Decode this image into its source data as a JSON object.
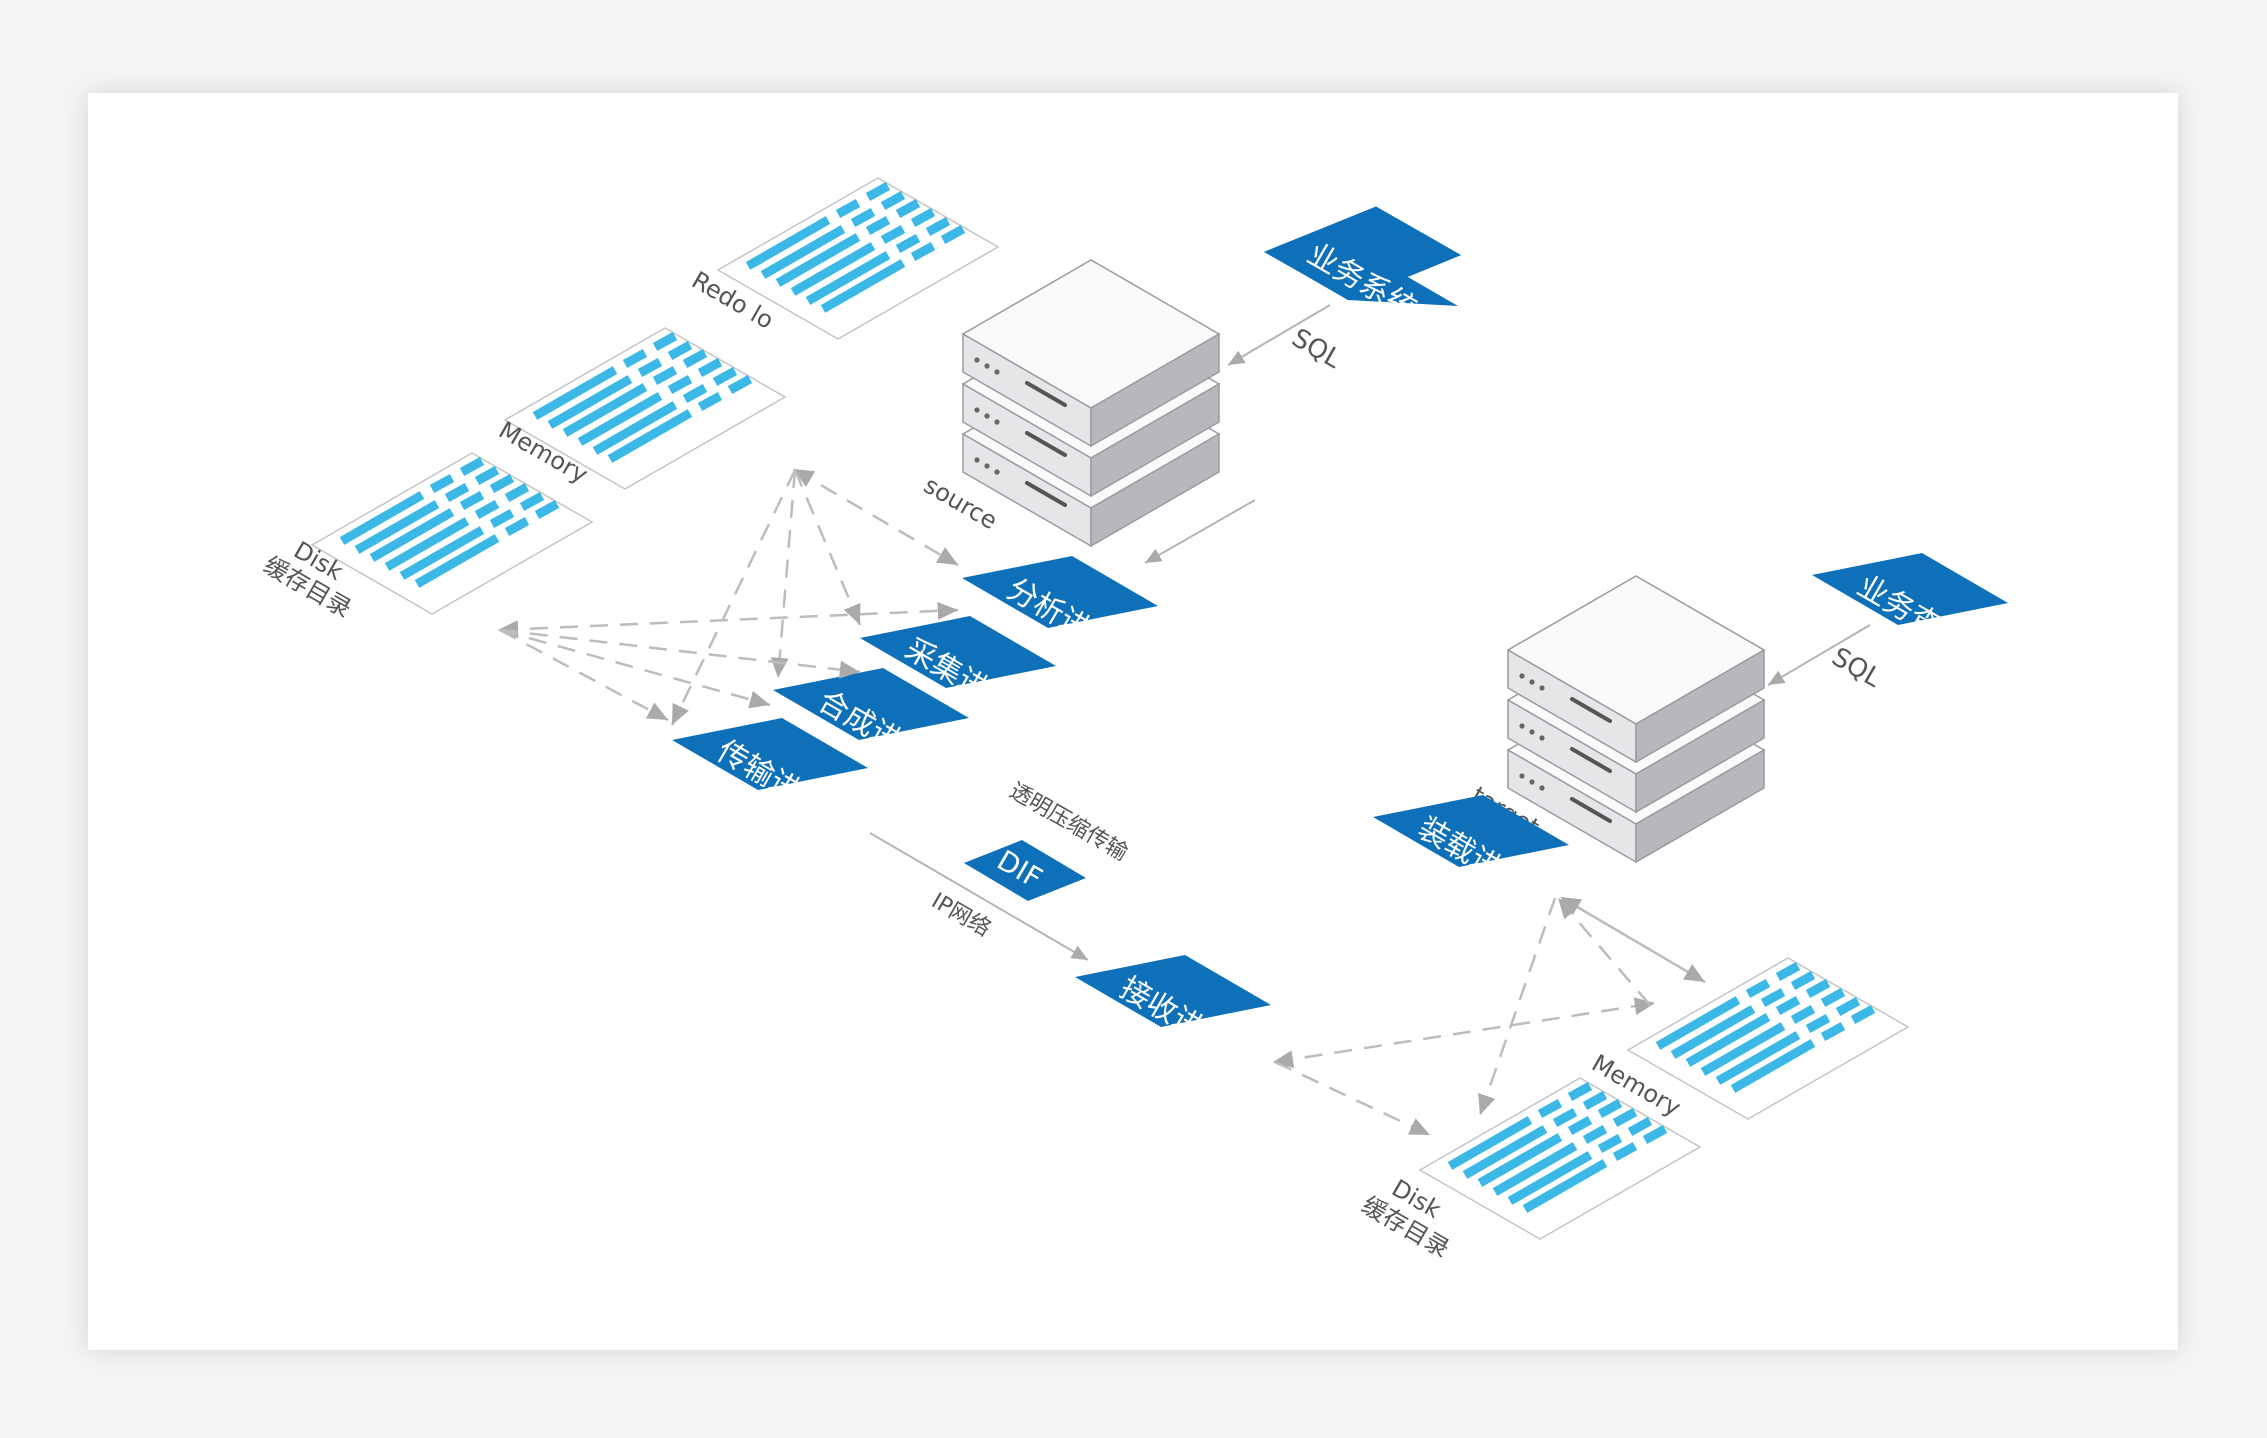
{
  "colors": {
    "process_box": "#0d70b8",
    "grid_fill": "#3cb8e6",
    "arrow": "#b5b5b5",
    "server_top": "#fafafa",
    "server_left": "#e8e8ea",
    "server_right": "#b9b9bf"
  },
  "icons": [
    "server-icon",
    "grid-icon"
  ],
  "source": {
    "server_label": "source",
    "business_system": "业务系统",
    "sql_label": "SQL",
    "redo_label": "Redo lo",
    "memory_label": "Memory",
    "disk_label": "Disk",
    "cache_dir_label": "缓存目录"
  },
  "processes": {
    "analyze": "分析进程",
    "collect": "采集进程",
    "compose": "合成进程",
    "transmit": "传输进程",
    "receive": "接收进程",
    "load": "装载进程"
  },
  "transfer": {
    "compression_label": "透明压缩传输",
    "dif_label": "DIF",
    "network_label": "IP网络"
  },
  "target": {
    "server_label": "target",
    "business_query": "业务查询",
    "sql_label": "SQL",
    "memory_label": "Memory",
    "disk_label": "Disk",
    "cache_dir_label": "缓存目录"
  }
}
